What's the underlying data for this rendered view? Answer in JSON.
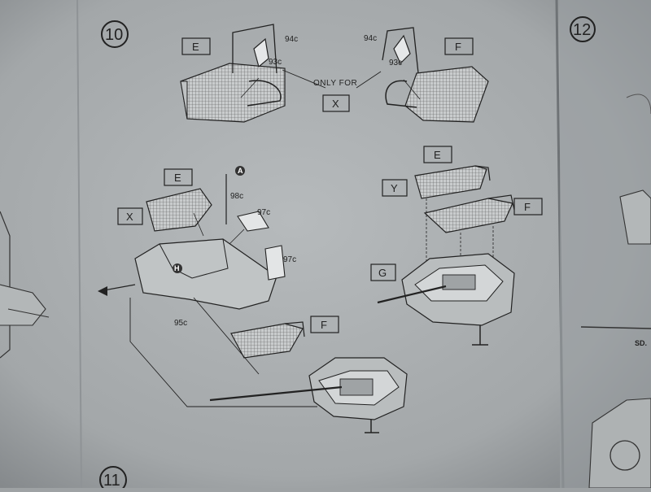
{
  "steps": {
    "step10": "10",
    "step11": "11",
    "step12": "12"
  },
  "labels": {
    "e": "E",
    "f": "F",
    "x": "X",
    "y": "Y",
    "g": "G",
    "only_for": "ONLY FOR",
    "part_94c": "94c",
    "part_93c": "93c",
    "part_98c": "98c",
    "part_97c": "97c",
    "part_95c": "95c",
    "callout_a": "A",
    "callout_h": "H",
    "edge_text": "SD."
  }
}
